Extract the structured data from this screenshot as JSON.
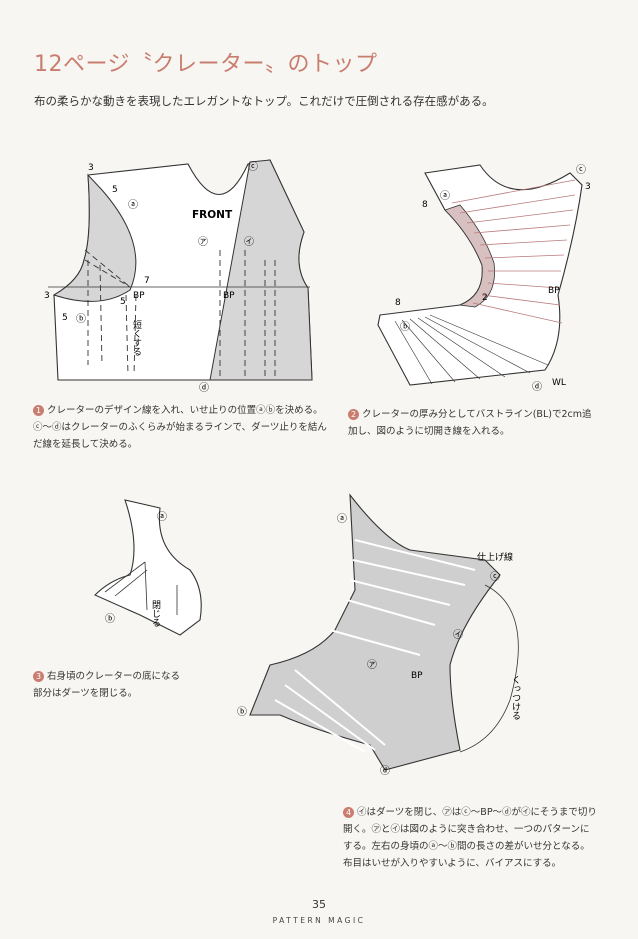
{
  "page": {
    "title": "12ページ〝クレーター〟のトップ",
    "subtitle": "布の柔らかな動きを表現したエレガントなトップ。これだけで圧倒される存在感がある。",
    "page_number": "35",
    "book_name": "PATTERN MAGIC"
  },
  "figure1": {
    "front_label": "FRONT",
    "bp_left": "BP",
    "bp_right": "BP",
    "short_label": "短くする",
    "n3": "3",
    "n5a": "5",
    "n7": "7",
    "n5b": "5",
    "n3b": "3",
    "n5c": "5",
    "ma": "ⓐ",
    "mb": "ⓑ",
    "mc": "ⓒ",
    "md": "ⓓ",
    "ma2": "㋐",
    "mi": "㋑"
  },
  "figure2": {
    "bp": "BP",
    "wl": "WL",
    "n8a": "8",
    "n8b": "8",
    "n3": "3",
    "n2": "2",
    "ma": "ⓐ",
    "mb": "ⓑ",
    "mc": "ⓒ",
    "md": "ⓓ"
  },
  "figure3": {
    "close_label": "閉じる",
    "ma": "ⓐ",
    "mb": "ⓑ"
  },
  "figure4": {
    "finish_line": "仕上げ線",
    "attach_label": "くっつける",
    "bp": "BP",
    "ma": "ⓐ",
    "mb": "ⓑ",
    "mc": "ⓒ",
    "md": "ⓓ",
    "ma2": "㋐",
    "mi": "㋑"
  },
  "captions": {
    "c1": {
      "num": "1",
      "lines": [
        "クレーターのデザイン線を入れ、いせ止りの位置ⓐⓑを決める。",
        "ⓒ〜ⓓはクレーターのふくらみが始まるラインで、ダーツ止りを結ん",
        "だ線を延長して決める。"
      ]
    },
    "c2": {
      "num": "2",
      "lines": [
        "クレーターの厚み分としてバストライン(BL)で2cm追",
        "加し、図のように切開き線を入れる。"
      ]
    },
    "c3": {
      "num": "3",
      "lines": [
        "右身頃のクレーターの底になる",
        "部分はダーツを閉じる。"
      ]
    },
    "c4": {
      "num": "4",
      "lines": [
        "㋑はダーツを閉じ、㋐はⓒ〜BP〜ⓓが㋑にそうまで切り",
        "開く。㋐と㋑は図のように突き合わせ、一つのパターンに",
        "する。左右の身頃のⓐ〜ⓑ間の長さの差がいせ分となる。",
        "布目はいせが入りやすいように、バイアスにする。"
      ]
    }
  }
}
